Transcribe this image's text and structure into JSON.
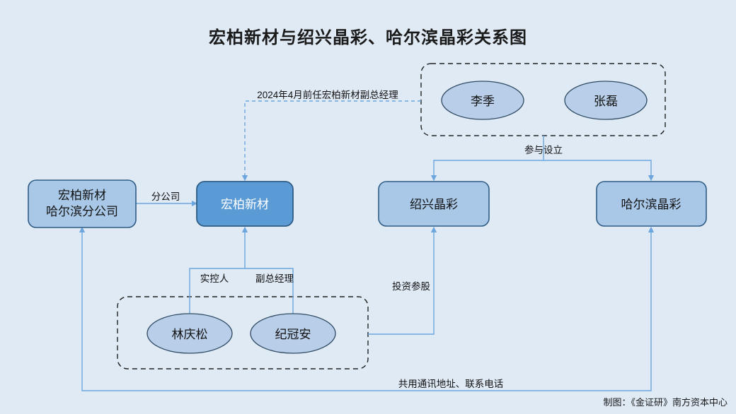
{
  "title": "宏柏新材与绍兴晶彩、哈尔滨晶彩关系图",
  "credit": "制图：《金证研》南方资本中心",
  "colors": {
    "background": "#dfeaf5",
    "node_fill_light": "#a9c8e8",
    "node_fill_highlight": "#5b9bd5",
    "node_stroke": "#2f5c85",
    "ellipse_fill": "#b9cfe9",
    "connector": "#6ca6dd",
    "dashed_group_stroke": "#222222",
    "dashed_connector": "#6ca6dd",
    "text": "#111111",
    "title_text": "#1a1a1a"
  },
  "nodes": {
    "harbin_branch": {
      "label_line1": "宏柏新材",
      "label_line2": "哈尔滨分公司"
    },
    "hongbai": {
      "label": "宏柏新材"
    },
    "shaoxing_jingcai": {
      "label": "绍兴晶彩"
    },
    "harbin_jingcai": {
      "label": "哈尔滨晶彩"
    },
    "person_liji": {
      "label": "李季"
    },
    "person_zhanglei": {
      "label": "张磊"
    },
    "person_linqingsong": {
      "label": "林庆松"
    },
    "person_jiguanan": {
      "label": "纪冠安"
    }
  },
  "edges": {
    "branch_label": "分公司",
    "former_vp_label": "2024年4月前任宏柏新材副总经理",
    "participate_setup_label": "参与设立",
    "investment_label": "投资参股",
    "controller_label": "实控人",
    "vice_gm_label": "副总经理",
    "shared_contact_label": "共用通讯地址、联系电话"
  }
}
